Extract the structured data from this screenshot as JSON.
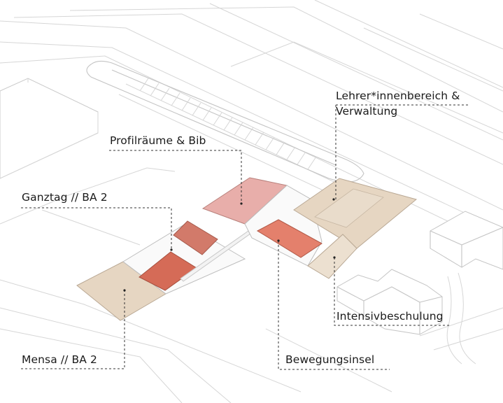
{
  "diagram": {
    "labels": {
      "teachers_line1": "Lehrer*innenbereich &",
      "teachers_line2": "Verwaltung",
      "profile_rooms": "Profilräume & Bib",
      "ganztag": "Ganztag // BA 2",
      "intensive": "Intensivbeschulung",
      "mensa": "Mensa // BA 2",
      "movement": "Bewegungsinsel"
    },
    "colors": {
      "beige": "#e6d6c2",
      "beige_light": "#ece0d0",
      "pink": "#e8aeaa",
      "red_brown": "#d27a6a",
      "coral": "#e4806c",
      "terracotta": "#d66c58",
      "context_lines": "#d6d6d6",
      "leader_lines": "#333333"
    }
  }
}
